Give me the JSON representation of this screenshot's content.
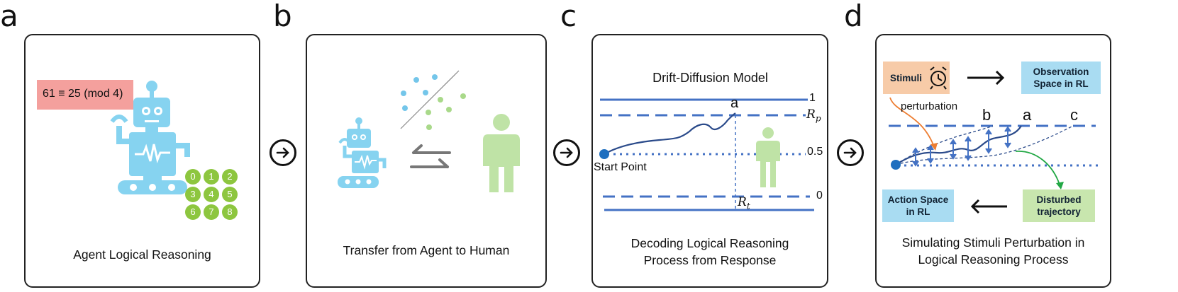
{
  "colors": {
    "robot": "#86d3f0",
    "human": "#bfe3a6",
    "green": "#8dc63f",
    "salmon": "#f4a09d",
    "blue": "#4472c4",
    "stimuli": "#f7cba8",
    "obs": "#a9dcf2",
    "disturbed": "#c8e6ae"
  },
  "panel_a": {
    "label": "a",
    "equation": "61 ≡ 25 (mod 4)",
    "keypad": [
      "0",
      "1",
      "2",
      "3",
      "4",
      "5",
      "6",
      "7",
      "8"
    ],
    "caption": "Agent Logical Reasoning",
    "robot_icon": "robot-icon"
  },
  "panel_b": {
    "label": "b",
    "caption": "Transfer from Agent to Human",
    "robot_icon": "robot-icon",
    "human_icon": "person-icon",
    "exchange_icon": "bidirectional-arrows-icon"
  },
  "panel_c": {
    "label": "c",
    "title": "Drift-Diffusion Model",
    "level_1": "1",
    "level_rp_main": "R",
    "level_rp_sub": "p",
    "level_05": "0.5",
    "level_0": "0",
    "rt_main": "R",
    "rt_sub": "t",
    "point_a": "a",
    "start": "Start Point",
    "caption_line1": "Decoding Logical Reasoning",
    "caption_line2": "Process from Response"
  },
  "panel_d": {
    "label": "d",
    "stimuli": "Stimuli",
    "observation": "Observation Space in RL",
    "perturbation": "perturbation",
    "b": "b",
    "a": "a",
    "c": "c",
    "action": "Action Space in RL",
    "disturbed": "Disturbed trajectory",
    "caption_line1": "Simulating Stimuli Perturbation in",
    "caption_line2": "Logical Reasoning Process",
    "clock_icon": "alarm-clock-icon"
  }
}
